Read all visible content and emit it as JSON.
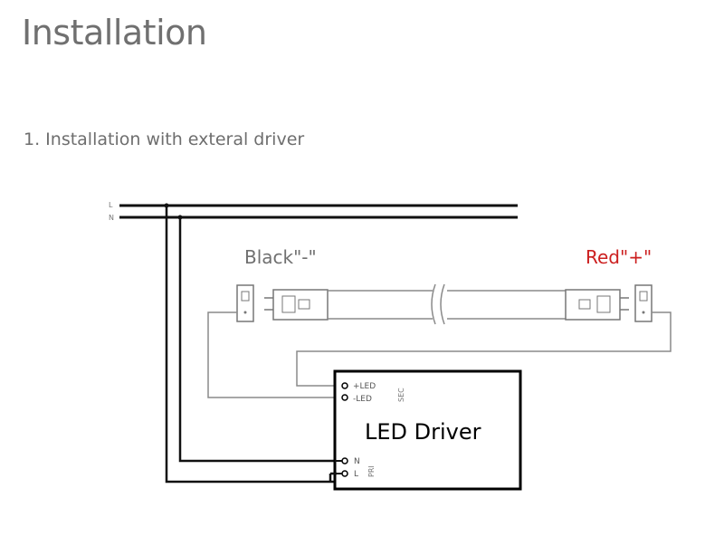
{
  "header": {
    "title": "Installation"
  },
  "section": {
    "heading": "1. Installation with exteral driver"
  },
  "diagram": {
    "mains_lines": {
      "line_label": "L",
      "neutral_label": "N"
    },
    "lamp": {
      "black_label": "Black\"-\"",
      "red_label": "Red\"+\""
    },
    "driver": {
      "title": "LED Driver",
      "plus_led_label": "+LED",
      "minus_led_label": "-LED",
      "sec_label": "SEC",
      "n_label": "N",
      "l_label": "L",
      "pri_label": "PRI"
    },
    "colors": {
      "text": "#707070",
      "wire": "#8a8a8a",
      "mains": "#111111",
      "red_label": "#cc1f1f",
      "driver_border": "#000000"
    }
  }
}
